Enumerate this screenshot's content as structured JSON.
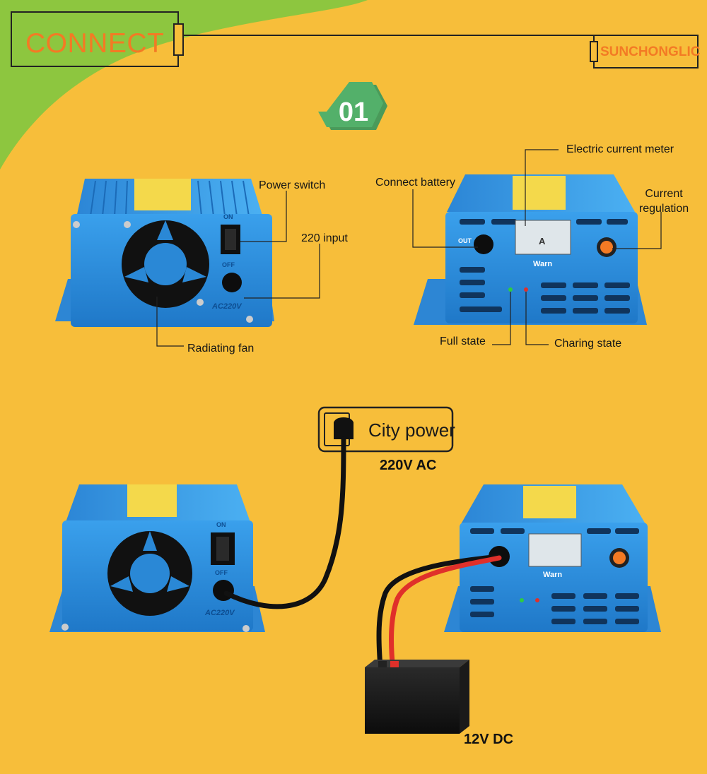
{
  "header": {
    "title": "CONNECT",
    "brand": "SUNCHONGLIC"
  },
  "step": {
    "number": "01"
  },
  "front_panel": {
    "power_switch": "Power switch",
    "input_220": "220 input",
    "radiating_fan": "Radiating fan",
    "switch_on": "ON",
    "switch_off": "OFF",
    "voltage_mark": "AC220V"
  },
  "back_panel": {
    "connect_battery": "Connect battery",
    "current_meter": "Electric current meter",
    "current_regulation": "Current regulation",
    "full_state": "Full state",
    "charging_state": "Charing state",
    "out_mark": "OUT",
    "meter_unit": "A",
    "warn_mark": "Warn"
  },
  "connection": {
    "city_power": "City power",
    "ac_voltage": "220V AC",
    "dc_voltage": "12V DC"
  },
  "colors": {
    "background": "#f7be3a",
    "accent_green": "#8dc63f",
    "title_orange": "#f37a24",
    "device_blue": "#2f8fdb"
  }
}
